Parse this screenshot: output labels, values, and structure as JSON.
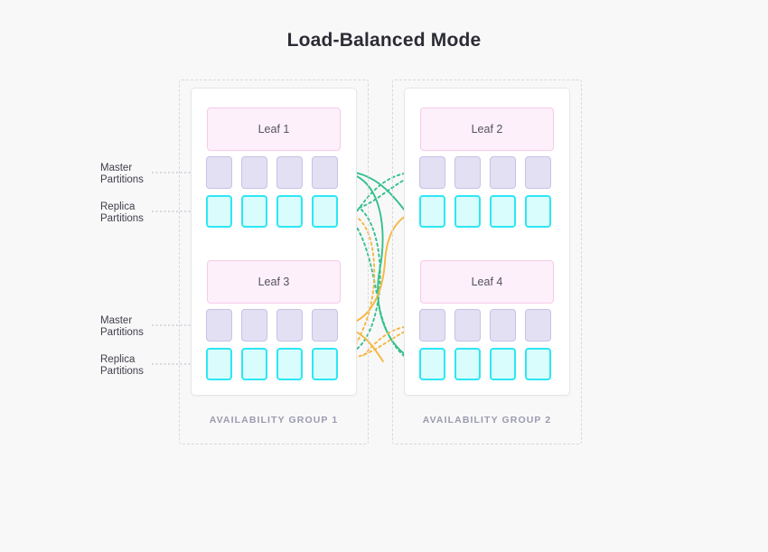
{
  "page": {
    "title": "Load-Balanced Mode",
    "background_color": "#f8f8f9"
  },
  "colors": {
    "leaf_fill": "#fdf0fa",
    "leaf_border": "#f6cbe9",
    "master_fill": "#e3e0f3",
    "master_border": "#c7c1e6",
    "replica_fill": "#d9fdfc",
    "replica_border": "#2ee6f5",
    "link_green": "#35c08b",
    "link_orange": "#f5b841",
    "dashed_border": "#d8d8dd",
    "card_border": "#e6e6ea",
    "label_text": "#3f3f4a",
    "group_label_text": "#9b9bae",
    "title_text": "#2c2c35"
  },
  "side_labels": [
    {
      "id": "master-top",
      "line1": "Master",
      "line2": "Partitions"
    },
    {
      "id": "replica-top",
      "line1": "Replica",
      "line2": "Partitions"
    },
    {
      "id": "master-bottom",
      "line1": "Master",
      "line2": "Partitions"
    },
    {
      "id": "replica-bottom",
      "line1": "Replica",
      "line2": "Partitions"
    }
  ],
  "availability_groups": [
    {
      "id": "ag1",
      "label": "AVAILABILITY GROUP 1",
      "leaves": [
        {
          "id": "leaf1",
          "name": "Leaf 1",
          "master_partitions": [
            "m1",
            "m2",
            "m3",
            "m4"
          ],
          "replica_partitions": [
            "r1",
            "r2",
            "r3",
            "r4"
          ]
        },
        {
          "id": "leaf3",
          "name": "Leaf 3",
          "master_partitions": [
            "m1",
            "m2",
            "m3",
            "m4"
          ],
          "replica_partitions": [
            "r1",
            "r2",
            "r3",
            "r4"
          ]
        }
      ]
    },
    {
      "id": "ag2",
      "label": "AVAILABILITY GROUP 2",
      "leaves": [
        {
          "id": "leaf2",
          "name": "Leaf 2",
          "master_partitions": [
            "m1",
            "m2",
            "m3",
            "m4"
          ],
          "replica_partitions": [
            "r1",
            "r2",
            "r3",
            "r4"
          ]
        },
        {
          "id": "leaf4",
          "name": "Leaf 4",
          "master_partitions": [
            "m1",
            "m2",
            "m3",
            "m4"
          ],
          "replica_partitions": [
            "r1",
            "r2",
            "r3",
            "r4"
          ]
        }
      ]
    }
  ],
  "connections": {
    "description": "Curved replication links between master partitions and replica partitions across availability groups",
    "styles": [
      {
        "color": "#35c08b",
        "dash": "solid",
        "label": "leaf1-master to leaf4-replica"
      },
      {
        "color": "#35c08b",
        "dash": "dotted",
        "label": "leaf2-master to leaf1-replica"
      },
      {
        "color": "#f5b841",
        "dash": "solid",
        "label": "leaf3-master to leaf2-replica"
      },
      {
        "color": "#f5b841",
        "dash": "dotted",
        "label": "leaf4-master to leaf3-replica"
      }
    ]
  }
}
